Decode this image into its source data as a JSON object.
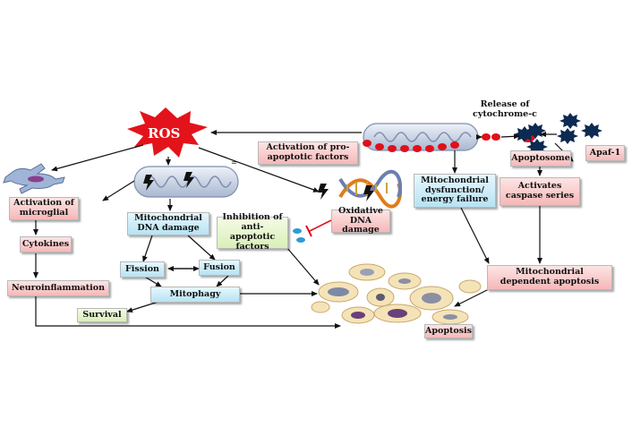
{
  "nodes": {
    "ros": "ROS",
    "activation_microglial": "Activation of microglial",
    "cytokines": "Cytokines",
    "neuroinflammation": "Neuroinflammation",
    "mito_dna_damage": "Mitochondrial DNA damage",
    "fission": "Fission",
    "fusion": "Fusion",
    "mitophagy": "Mitophagy",
    "survival": "Survival",
    "inhibition_anti_apoptotic": "Inhibition of anti-apoptotic factors",
    "oxidative_dna_damage": "Oxidative DNA damage",
    "activation_pro_apoptotic": "Activation of pro-apoptotic factors",
    "mito_dysfunction": "Mitochondrial dysfunction/ energy failure",
    "release_cytochrome": "Release of cytochrome-c",
    "apaf1": "Apaf-1",
    "apoptosome": "Apoptosome",
    "activates_caspase": "Activates caspase series",
    "mito_dependent_apoptosis": "Mitochondrial dependent apoptosis",
    "apoptosis": "Apoptosis"
  },
  "colors": {
    "ros_burst": "#e3131b",
    "pink_box": "#f6b8b8",
    "blue_box": "#b6e3f4",
    "green_box": "#d9efb8",
    "mitochondrion": "#c9d3e6",
    "cytochrome_dot": "#e0101a",
    "apaf_star": "#0d2a52",
    "inhibit_line": "#e0101a"
  },
  "icons": [
    "ros-burst-icon",
    "microglia-cell-icon",
    "mitochondrion-icon",
    "lightning-icon",
    "dna-helix-icon",
    "apaf1-star-icon",
    "apoptotic-cells-icon"
  ]
}
